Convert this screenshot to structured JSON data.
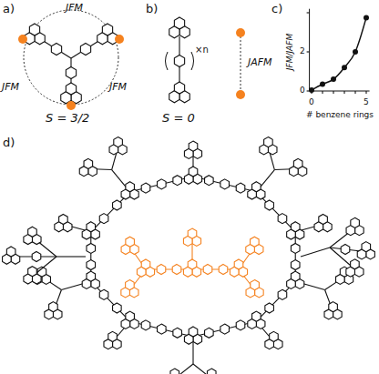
{
  "diagram": {
    "labels": [
      "a)",
      "JFM",
      "JFM",
      "JFM",
      "S = 3/2",
      "b)",
      "×n",
      "JAFM",
      "S = 0",
      "c)",
      "JFM/JAFM",
      "0",
      "5",
      "0",
      "2",
      "# benzene rings",
      "d)"
    ]
  }
}
